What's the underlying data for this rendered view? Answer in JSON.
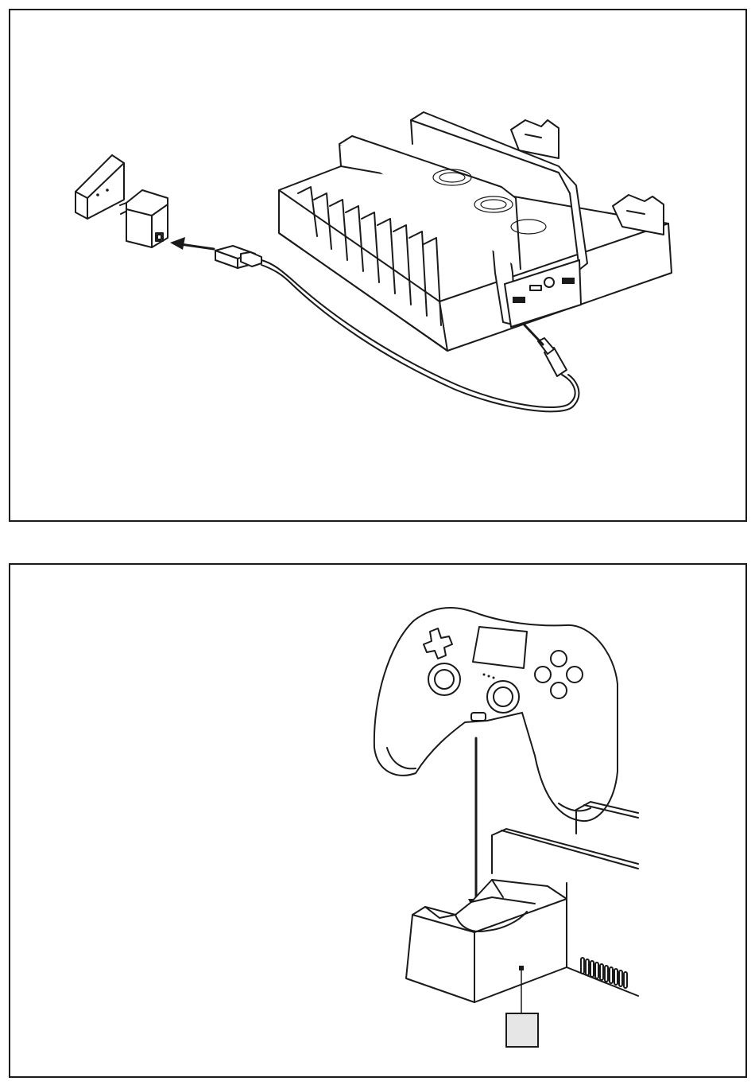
{
  "figures": [
    {
      "id": "usb-power-connection",
      "elements": [
        "ac-power-adapter",
        "usb-a-plug",
        "usb-c-plug",
        "charging-stand",
        "usb-port"
      ]
    },
    {
      "id": "controller-docking",
      "elements": [
        "game-controller",
        "charging-dock",
        "charge-indicator-led",
        "callout-box"
      ]
    }
  ],
  "colors": {
    "line": "#1a1a1a",
    "fill": "#ffffff",
    "callout_fill": "#e6e6e6"
  },
  "icons": [
    "arrow-left-icon",
    "arrow-down-icon",
    "arrow-up-right-icon"
  ]
}
